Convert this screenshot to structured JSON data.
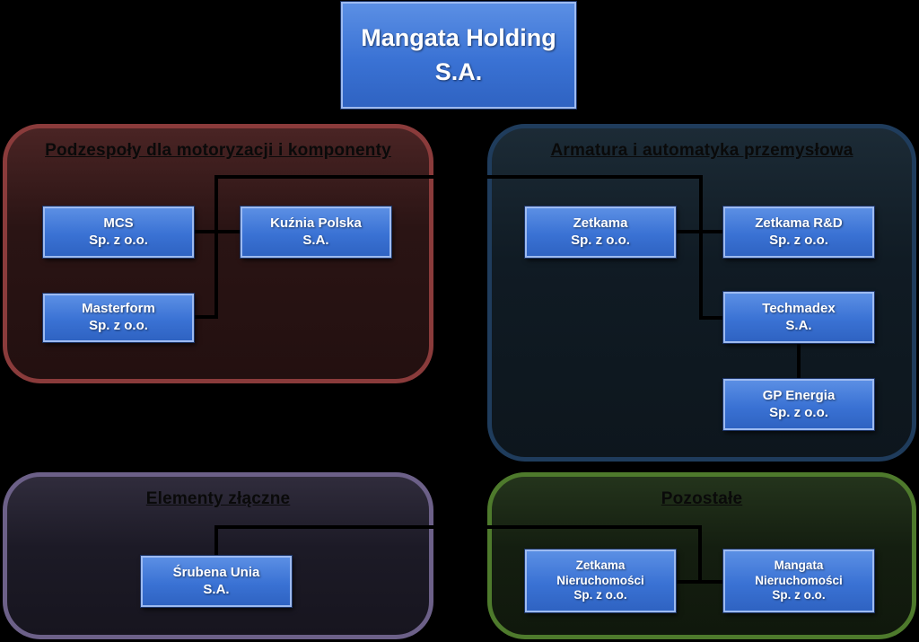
{
  "holding": {
    "line1": "Mangata Holding",
    "line2": "S.A."
  },
  "groups": {
    "motor": {
      "title": "Podzespoły dla motoryzacji i komponenty",
      "color": "#8a3b3b"
    },
    "armatura": {
      "title": "Armatura i automatyka przemysłowa",
      "color": "#1f3c5c"
    },
    "elementy": {
      "title": "Elementy złączne",
      "color": "#6c6088"
    },
    "pozostale": {
      "title": "Pozostałe",
      "color": "#4e7a2c"
    }
  },
  "companies": {
    "mcs": {
      "line1": "MCS",
      "line2": "Sp. z o.o."
    },
    "kuznia": {
      "line1": "Kuźnia Polska",
      "line2": "S.A."
    },
    "masterform": {
      "line1": "Masterform",
      "line2": "Sp. z o.o."
    },
    "zetkama": {
      "line1": "Zetkama",
      "line2": "Sp. z o.o."
    },
    "zetkama_rd": {
      "line1": "Zetkama R&D",
      "line2": "Sp. z o.o."
    },
    "techmadex": {
      "line1": "Techmadex",
      "line2": "S.A."
    },
    "gp_energia": {
      "line1": "GP Energia",
      "line2": "Sp. z o.o."
    },
    "srubena": {
      "line1": "Śrubena Unia",
      "line2": "S.A."
    },
    "zetkama_nier": {
      "line1": "Zetkama",
      "line2": "Nieruchomości",
      "line3": "Sp. z o.o."
    },
    "mangata_nier": {
      "line1": "Mangata",
      "line2": "Nieruchomości",
      "line3": "Sp. z o.o."
    }
  },
  "colors": {
    "background": "#000000",
    "box_fill": "#3a72d4",
    "box_border": "#9dbaf0",
    "connector": "#000000"
  }
}
